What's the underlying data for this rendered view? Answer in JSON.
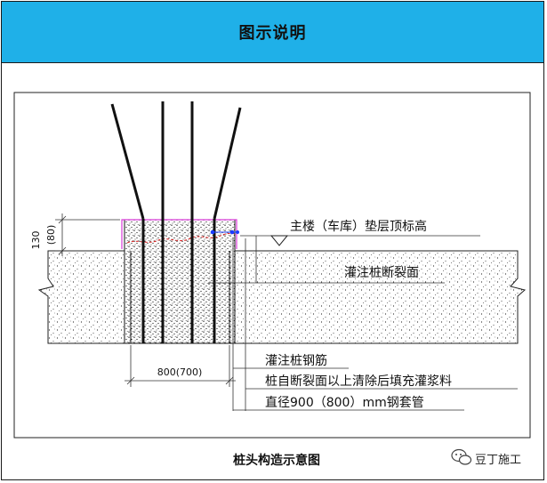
{
  "header": {
    "title": "图示说明"
  },
  "diagram": {
    "dim_vertical_top": "130",
    "dim_vertical_bottom": "(80)",
    "dim_horizontal": "800(700)",
    "label_top_elevation": "主楼（车库）垫层顶标高",
    "label_break_face": "灌注桩断裂面",
    "label_rebar": "灌注桩钢筋",
    "label_fill": "桩自断裂面以上清除后填充灌浆料",
    "label_sleeve": "直径900（800）mm钢套管"
  },
  "caption": "桩头构造示意图",
  "watermark": {
    "text": "豆丁施工",
    "icon": "wechat-icon"
  },
  "colors": {
    "header_bg": "#1fb0e8",
    "sleeve": "#d83ad8",
    "marker": "#1a3cff"
  }
}
